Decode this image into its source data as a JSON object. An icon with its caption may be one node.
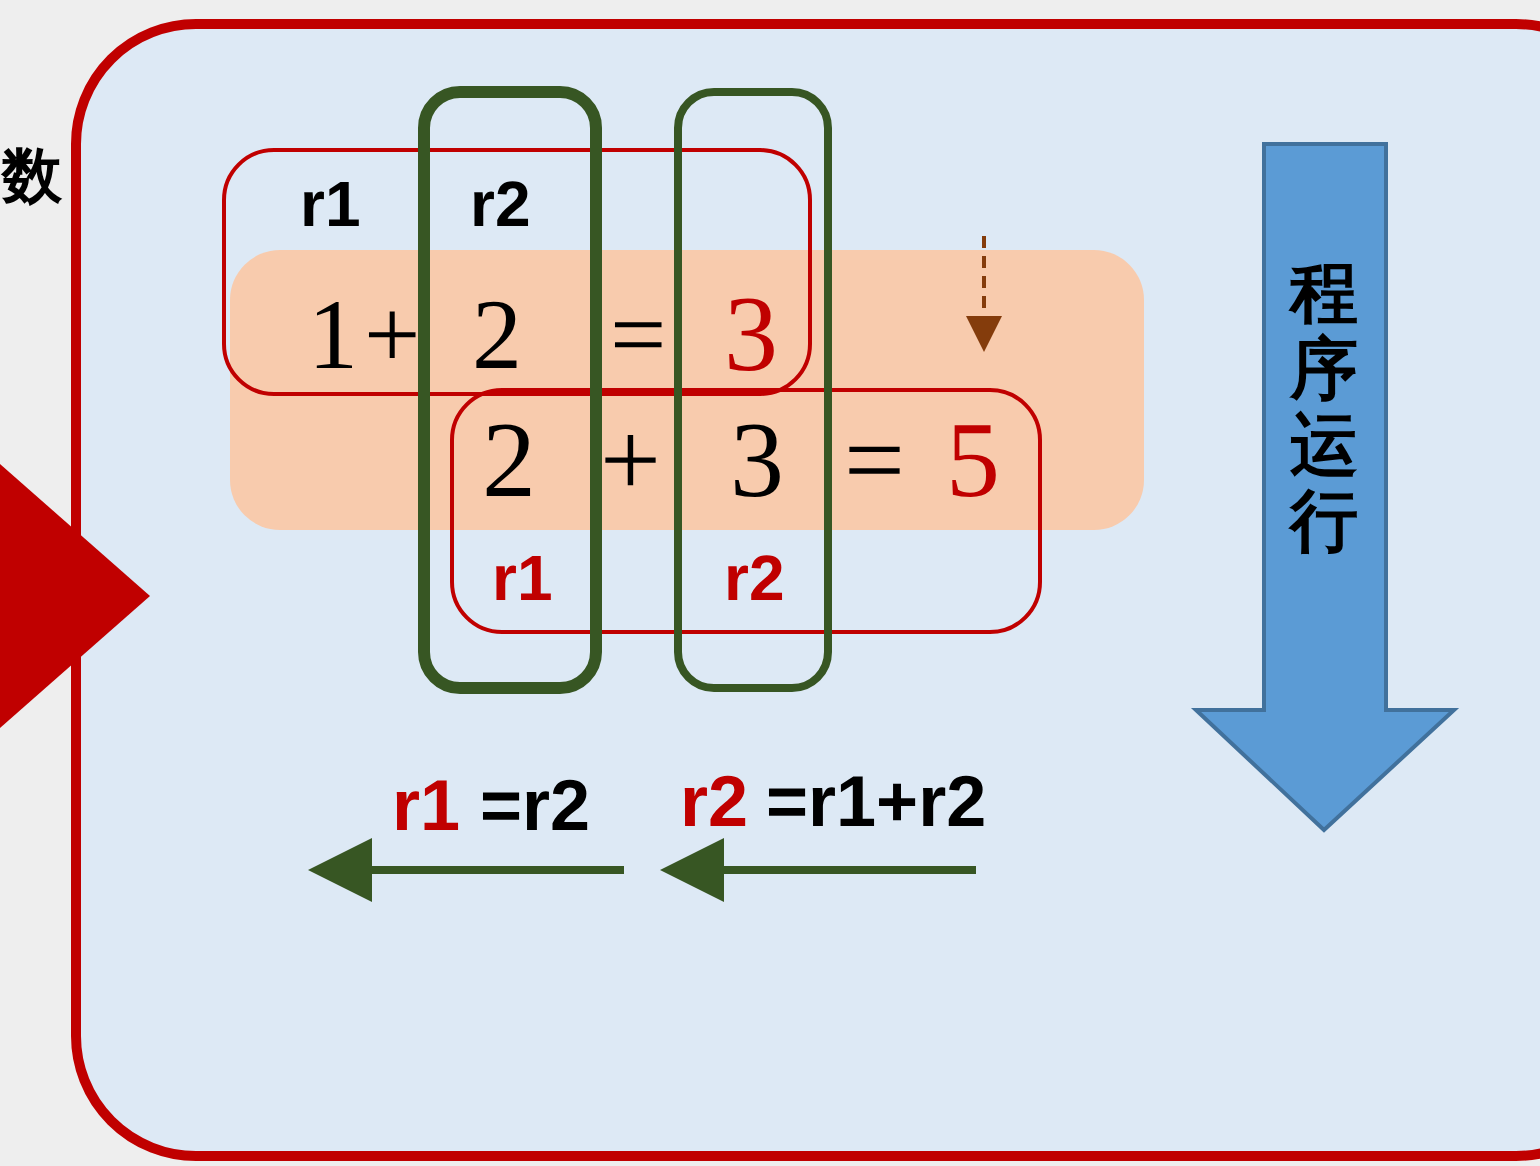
{
  "diagram": {
    "nodes": [
      {
        "text": [
          "程序运行"
        ]
      }
    ],
    "labels": [
      "数",
      "r1",
      "r2",
      "1",
      "+",
      "2",
      "=",
      "3",
      "2",
      "+",
      "3",
      "=",
      "5",
      "r1",
      "r2",
      "r1",
      "=r2",
      "r2",
      "=r1+r2"
    ]
  }
}
